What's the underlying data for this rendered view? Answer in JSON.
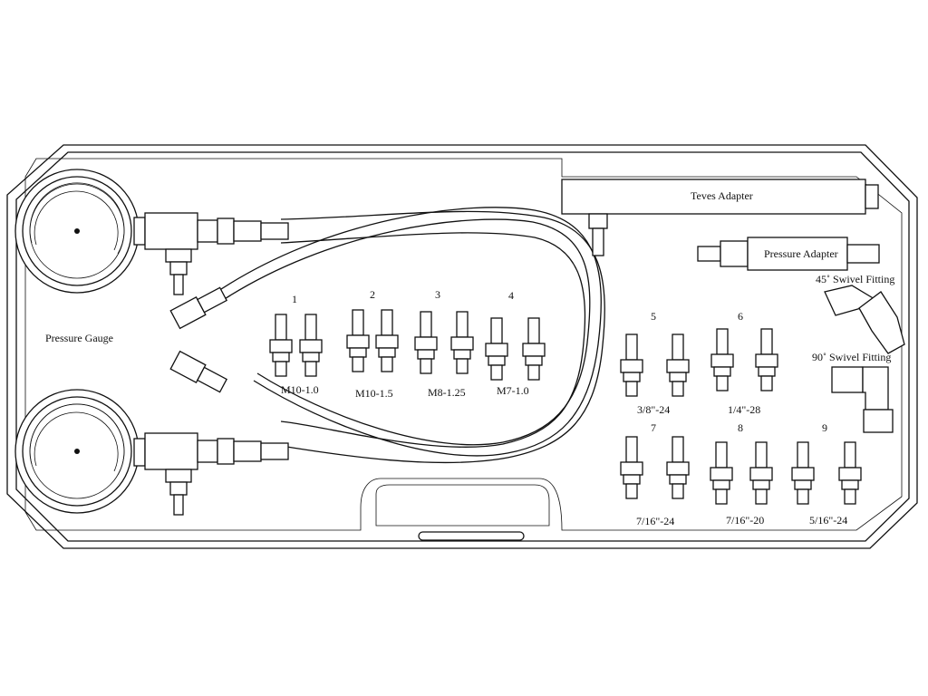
{
  "labels": {
    "pressure_gauge": "Pressure Gauge",
    "teves_adapter": "Teves Adapter",
    "pressure_adapter": "Pressure Adapter",
    "swivel_45": "45˚ Swivel Fitting",
    "swivel_90": "90˚ Swivel Fitting"
  },
  "fittings": [
    {
      "number": "1",
      "size": "M10-1.0"
    },
    {
      "number": "2",
      "size": "M10-1.5"
    },
    {
      "number": "3",
      "size": "M8-1.25"
    },
    {
      "number": "4",
      "size": "M7-1.0"
    },
    {
      "number": "5",
      "size": "3/8\"-24"
    },
    {
      "number": "6",
      "size": "1/4\"-28"
    },
    {
      "number": "7",
      "size": "7/16\"-24"
    },
    {
      "number": "8",
      "size": "7/16\"-20"
    },
    {
      "number": "9",
      "size": "5/16\"-24"
    }
  ]
}
